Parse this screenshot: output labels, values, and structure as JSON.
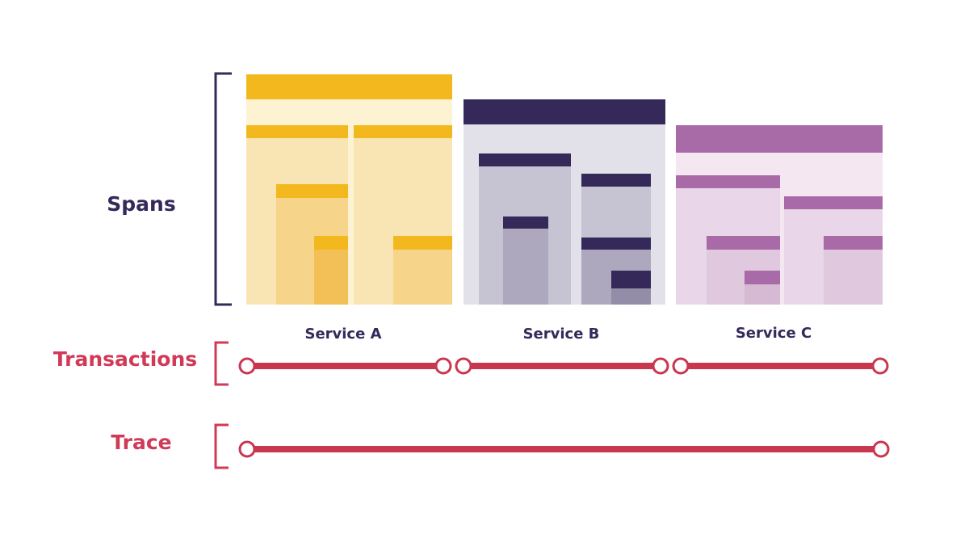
{
  "labels": {
    "spans": "Spans",
    "transactions": "Transactions",
    "trace": "Trace"
  },
  "services": [
    {
      "name": "Service A",
      "color": "#F2B81E",
      "bg": "#FDF3D2"
    },
    {
      "name": "Service B",
      "color": "#35295A",
      "bg": "#E2E0E8"
    },
    {
      "name": "Service C",
      "color": "#A96BA8",
      "bg": "#F4E7F2"
    }
  ],
  "colors": {
    "spans_label": "#35295A",
    "transactions_label": "#D03A57",
    "trace_label": "#D03A57",
    "service_label": "#35295A",
    "bracket_spans": "#35295A",
    "bracket_red": "#D03A57",
    "line_red": "#C9374F"
  }
}
